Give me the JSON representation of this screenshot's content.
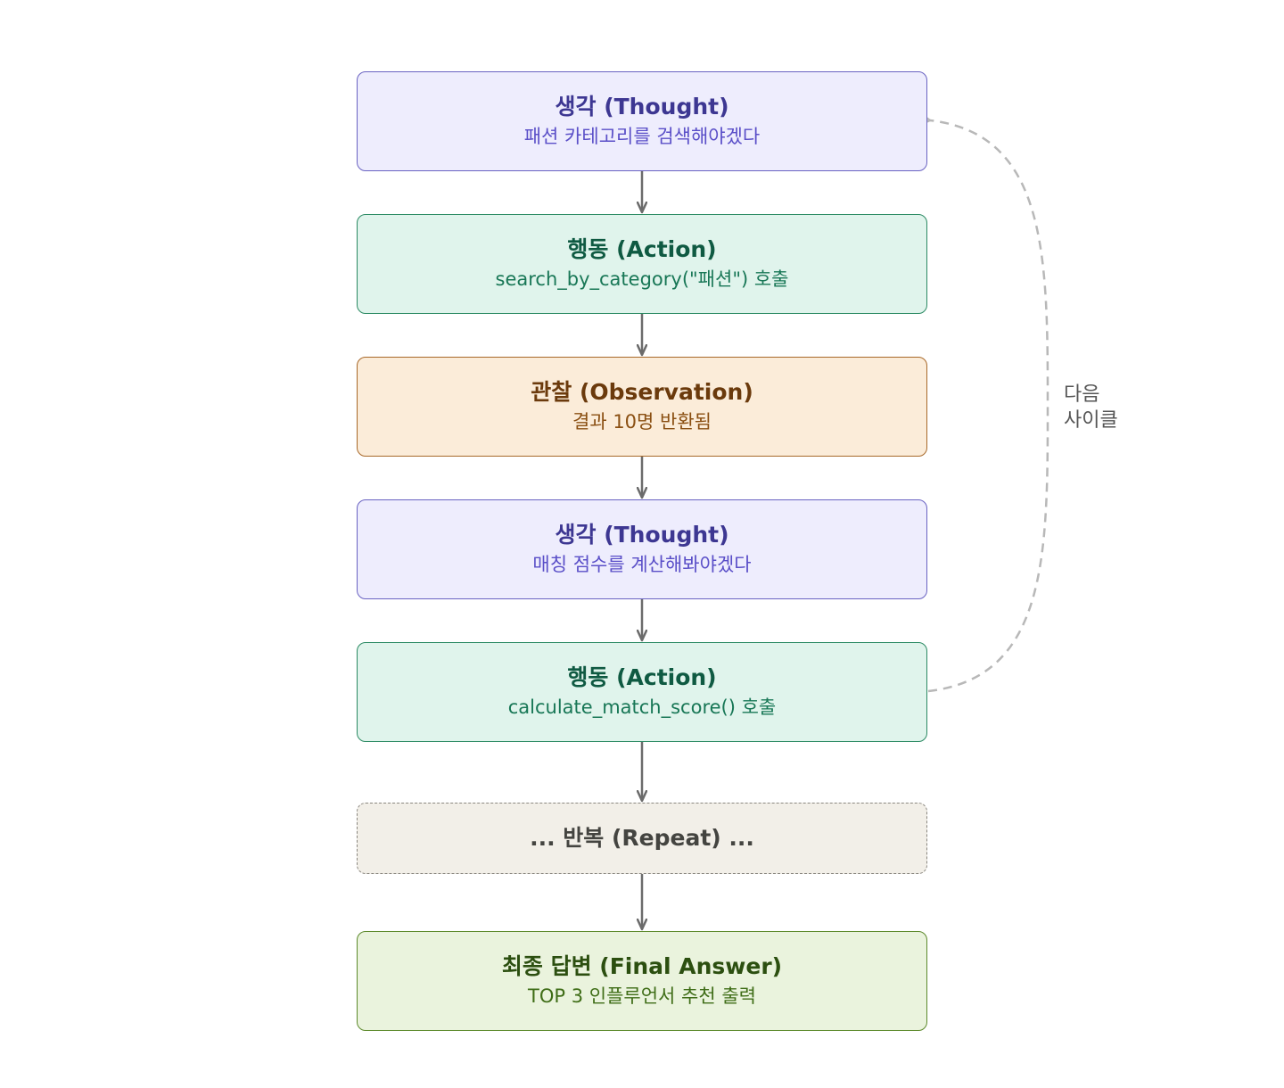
{
  "nodes": [
    {
      "title": "생각 (Thought)",
      "sub": "패션 카테고리를 검색해야겠다"
    },
    {
      "title": "행동 (Action)",
      "sub": "search_by_category(\"패션\") 호출"
    },
    {
      "title": "관찰 (Observation)",
      "sub": "결과 10명 반환됨"
    },
    {
      "title": "생각 (Thought)",
      "sub": "매칭 점수를 계산해봐야겠다"
    },
    {
      "title": "행동 (Action)",
      "sub": "calculate_match_score() 호출"
    },
    {
      "title": "... 반복 (Repeat) ..."
    },
    {
      "title": "최종 답변 (Final Answer)",
      "sub": "TOP 3 인플루언서 추천 출력"
    }
  ],
  "loop": {
    "line1": "다음",
    "line2": "사이클"
  },
  "colors": {
    "arrow": "#6b6b6b",
    "loop_arrow": "#b8b8b8"
  }
}
